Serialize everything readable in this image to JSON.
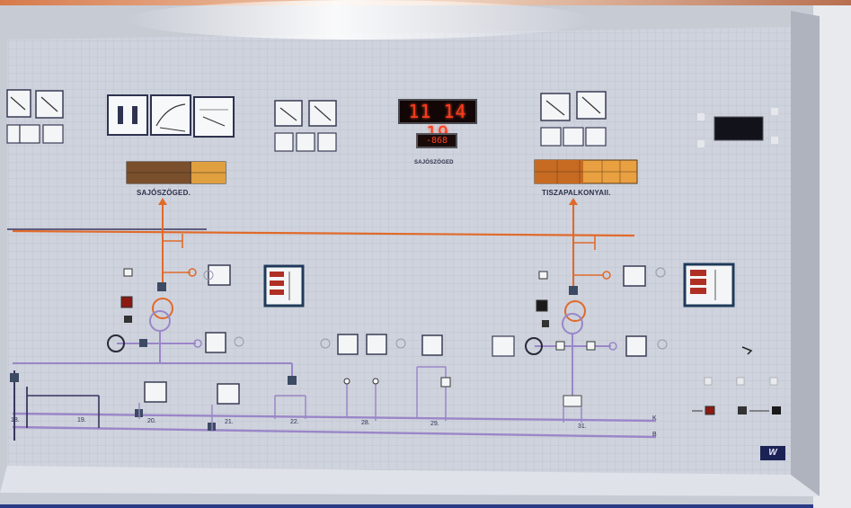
{
  "clock": {
    "display": "11 14 19"
  },
  "counter": {
    "display": "-868"
  },
  "stations": {
    "left": "SAJÓSZÖGED.",
    "center": "SAJÓSZÖGED",
    "right": "TISZAPALKONYAII."
  },
  "bus_numbers": [
    "18.",
    "19.",
    "20.",
    "21.",
    "22.",
    "28.",
    "29.",
    "31."
  ],
  "bus_letters": [
    "K",
    "B"
  ],
  "logo": "W",
  "colors": {
    "frame": "#c9cdd6",
    "panel_grid": "#cfd4de",
    "orange_line": "#e06a2a",
    "purple_line": "#9a86c8",
    "dark_line": "#3a3560",
    "led_red": "#ff3a1c"
  }
}
